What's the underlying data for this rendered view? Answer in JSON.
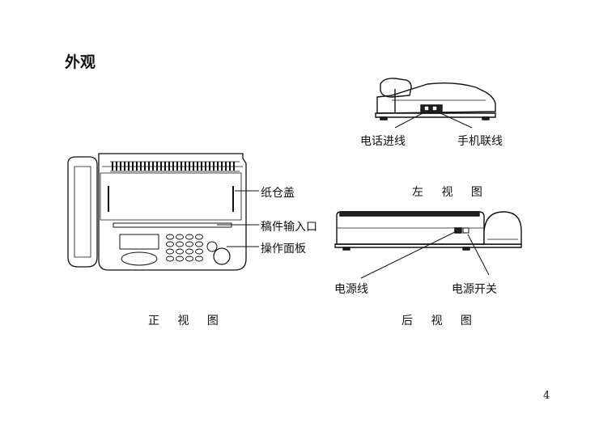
{
  "page": {
    "title": "外观",
    "page_number": "4"
  },
  "left_view": {
    "labels": {
      "phone_line": "电话进线",
      "handset_cord": "手机联线"
    },
    "caption": "左 视 图"
  },
  "front_view": {
    "labels": {
      "paper_cover": "纸仓盖",
      "document_inlet": "稿件输入口",
      "control_panel": "操作面板"
    },
    "caption": "正 视 图"
  },
  "rear_view": {
    "labels": {
      "power_cord": "电源线",
      "power_switch": "电源开关"
    },
    "caption": "后 视 图"
  }
}
